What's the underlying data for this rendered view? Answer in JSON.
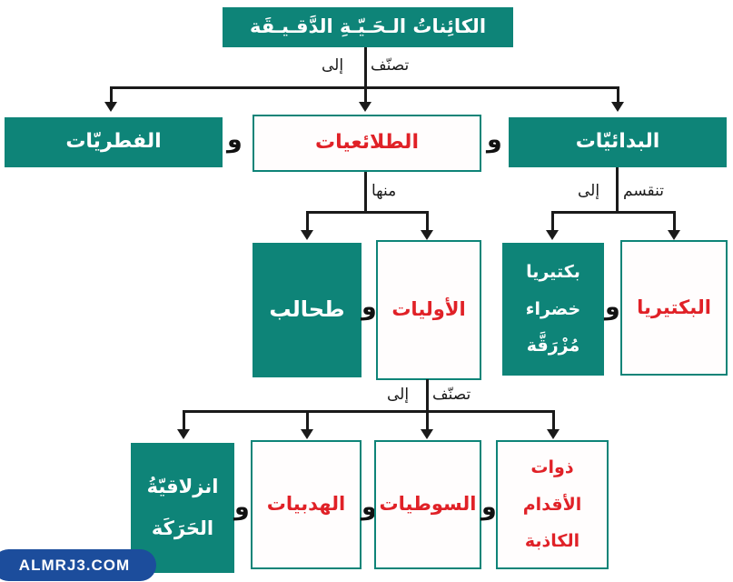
{
  "title": "الكائِناتُ الـحَـيّـةِ الدَّقـيـقَة",
  "colors": {
    "teal": "#0e8478",
    "red": "#e02127",
    "line": "#1a1a1a",
    "watermark_blue": "#1c4d9c"
  },
  "and_separator": "و",
  "connectors": {
    "root": {
      "verb": "تصنّف",
      "prep": "إلى"
    },
    "protists_branch": {
      "label": "منها"
    },
    "monera_branch": {
      "verb": "تنقسم",
      "prep": "إلى"
    },
    "protozoa_branch": {
      "verb": "تصنّف",
      "prep": "إلى"
    }
  },
  "nodes": {
    "microorganisms": {
      "label": "الكائِناتُ الـحَـيّـةِ الدَّقـيـقَة",
      "style": "teal"
    },
    "fungi": {
      "label": "الفطريّات",
      "style": "teal"
    },
    "protists": {
      "label": "الطلائعيات",
      "style": "outline"
    },
    "monera": {
      "label": "البدائيّات",
      "style": "teal"
    },
    "algae": {
      "label": "طحالب",
      "style": "teal"
    },
    "protozoa": {
      "label": "الأوليات",
      "style": "outline"
    },
    "cyanobacteria": {
      "label": "بكتيريا\nخضراء\nمُزْرَقَّة",
      "style": "teal"
    },
    "bacteria": {
      "label": "البكتيريا",
      "style": "outline"
    },
    "gliding": {
      "label": "انزلاقيّةُ\nالحَرَكَة",
      "style": "teal"
    },
    "ciliates": {
      "label": "الهدبيات",
      "style": "outline"
    },
    "flagellates": {
      "label": "السوطيات",
      "style": "outline"
    },
    "pseudopods": {
      "label": "ذوات\nالأقدام\nالكاذبة",
      "style": "outline"
    }
  },
  "watermark": "ALMRJ3.COM"
}
